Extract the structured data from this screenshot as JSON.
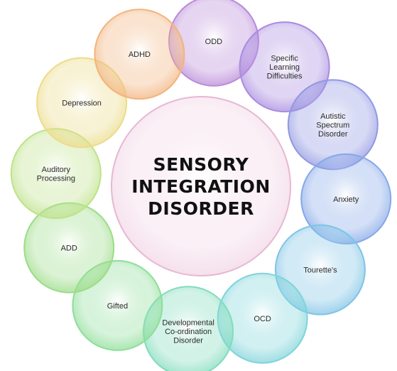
{
  "center": {
    "lines": [
      "SENSORY",
      "INTEGRATION",
      "DISORDER"
    ],
    "color": "#f2d6e6"
  },
  "conditions": [
    {
      "id": "odd",
      "lines": [
        "ODD"
      ],
      "color": "#b98ad8"
    },
    {
      "id": "specific-learning-difficulties",
      "lines": [
        "Specific",
        "Learning",
        "Difficulties"
      ],
      "color": "#a98be0"
    },
    {
      "id": "autistic-spectrum-disorder",
      "lines": [
        "Autistic",
        "Spectrum",
        "Disorder"
      ],
      "color": "#9198e2"
    },
    {
      "id": "anxiety",
      "lines": [
        "Anxiety"
      ],
      "color": "#86a8e8"
    },
    {
      "id": "tourettes",
      "lines": [
        "Tourette's"
      ],
      "color": "#7fc4e6"
    },
    {
      "id": "ocd",
      "lines": [
        "OCD"
      ],
      "color": "#7fd4da"
    },
    {
      "id": "developmental-coordination-disorder",
      "lines": [
        "Developmental",
        "Co-ordination",
        "Disorder"
      ],
      "color": "#82dcbc"
    },
    {
      "id": "gifted",
      "lines": [
        "Gifted"
      ],
      "color": "#8ede9a"
    },
    {
      "id": "add",
      "lines": [
        "ADD"
      ],
      "color": "#9cdc88"
    },
    {
      "id": "auditory-processing",
      "lines": [
        "Auditory",
        "Processing"
      ],
      "color": "#bee28a"
    },
    {
      "id": "depression",
      "lines": [
        "Depression"
      ],
      "color": "#ecdc8a"
    },
    {
      "id": "adhd",
      "lines": [
        "ADHD"
      ],
      "color": "#f2b47e"
    }
  ]
}
